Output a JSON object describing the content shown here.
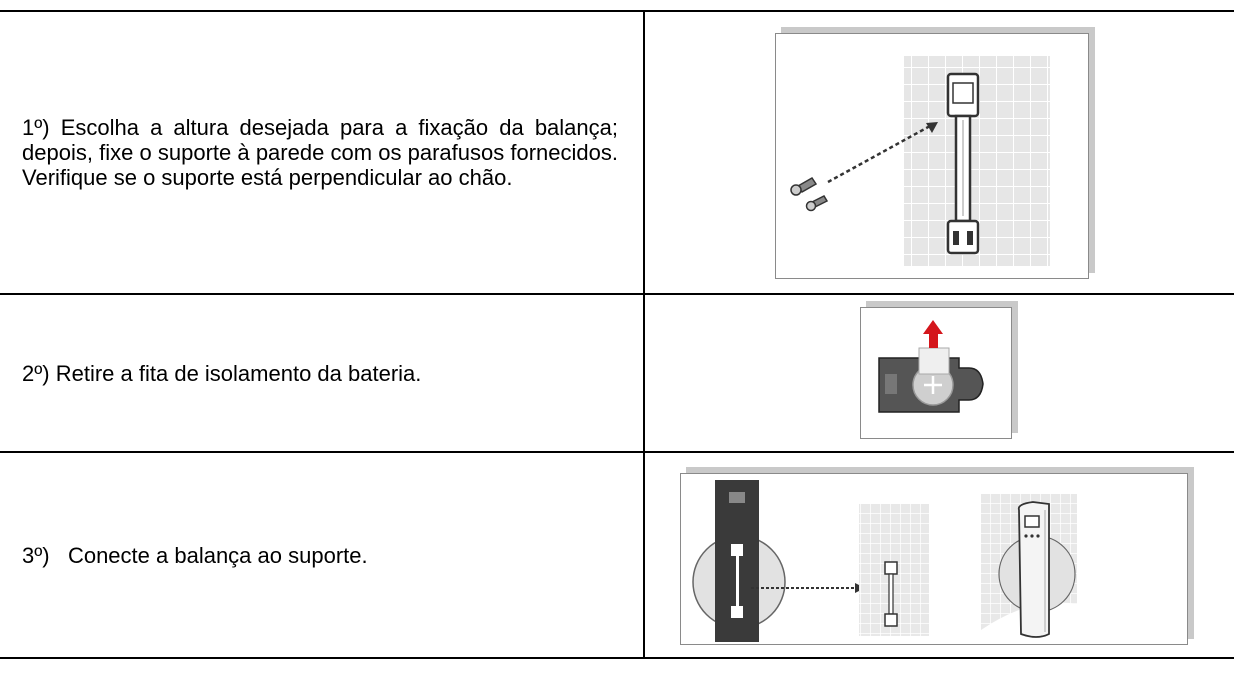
{
  "steps": [
    {
      "number": "1º)",
      "text": "Escolha a altura desejada para a fixação da balança; depois, fixe o suporte à parede com os parafusos fornecidos. Verifique se o suporte está perpendicular ao chão.",
      "figure": "wall-mount-screws"
    },
    {
      "number": "2º)",
      "text": "Retire a fita de isolamento da bateria.",
      "figure": "battery-tab"
    },
    {
      "number": "3º)",
      "text": "Conecte a balança ao suporte.",
      "figure": "attach-scale"
    }
  ],
  "colors": {
    "accent_red": "#d4161c",
    "grid": "#e4e4e4",
    "dark_panel": "#3a3a3a"
  }
}
